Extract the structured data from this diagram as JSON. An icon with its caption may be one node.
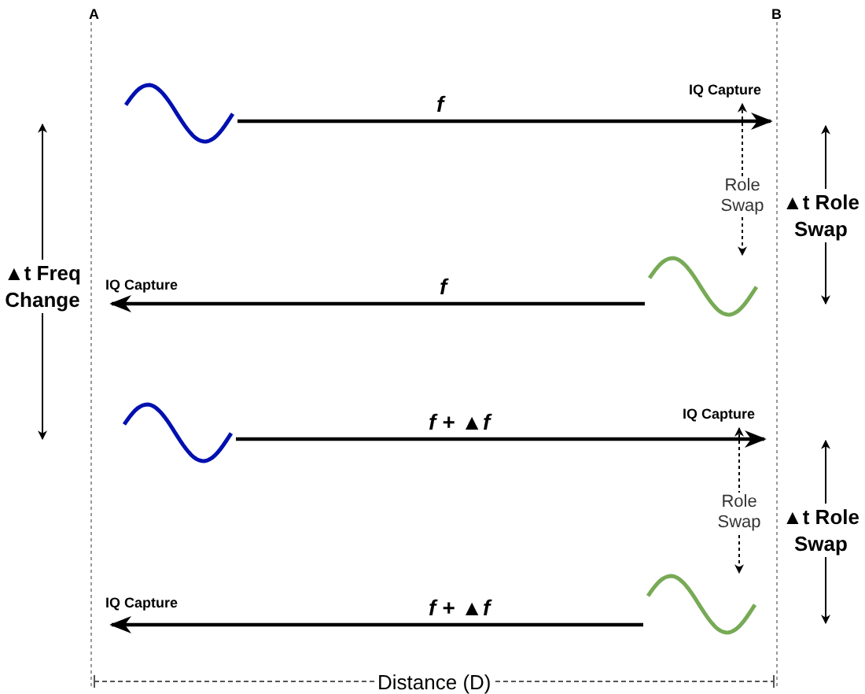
{
  "diagram": {
    "nodes": [
      {
        "text": [],
        "shape": "picture"
      },
      {
        "text": [
          "IQ Capture"
        ]
      },
      {
        "text": [
          "IQ Capture"
        ]
      },
      {
        "text": [],
        "shape": "picture"
      },
      {
        "text": [],
        "shape": "picture"
      },
      {
        "text": [
          "IQ Capture"
        ]
      },
      {
        "text": [
          "IQ Capture"
        ]
      },
      {
        "text": [],
        "shape": "picture"
      }
    ],
    "edges": [
      {
        "from": 0,
        "to": 1,
        "arrow": "to",
        "label": "f"
      },
      {
        "from": 1,
        "to": 3,
        "arrow": "both",
        "style": "dashed",
        "label": "Role Swap"
      },
      {
        "from": 3,
        "to": 2,
        "arrow": "to",
        "label": "f"
      },
      {
        "from": 4,
        "to": 5,
        "arrow": "to",
        "label": "f + ▲f"
      },
      {
        "from": 5,
        "to": 7,
        "arrow": "both",
        "style": "dashed",
        "label": "Role Swap"
      },
      {
        "from": 7,
        "to": 6,
        "arrow": "to",
        "label": "f + ▲f"
      }
    ],
    "labels": [
      "A",
      "B",
      "▲t Freq Change",
      "▲t Role Swap",
      "▲t Role Swap",
      "Distance (D)"
    ]
  }
}
